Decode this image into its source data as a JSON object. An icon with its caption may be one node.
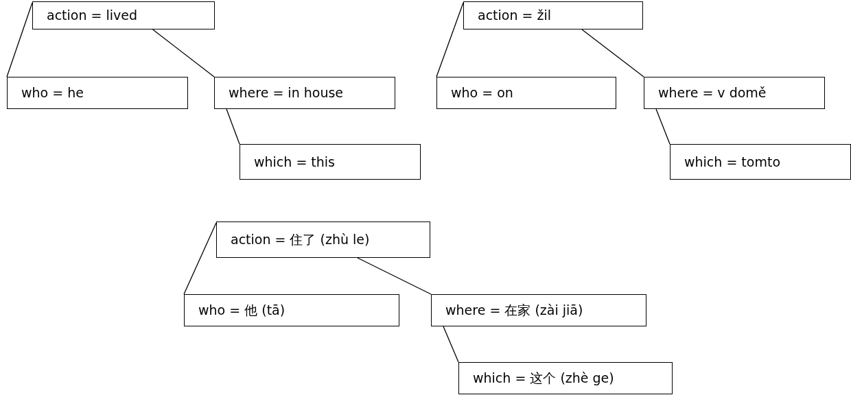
{
  "diagram": {
    "nodes": [
      {
        "text": [
          "action = lived"
        ]
      },
      {
        "text": [
          "who = he"
        ]
      },
      {
        "text": [
          "where = in house"
        ]
      },
      {
        "text": [
          "which = this"
        ]
      },
      {
        "text": [
          "action = žil"
        ]
      },
      {
        "text": [
          "who = on"
        ]
      },
      {
        "text": [
          "where = v domě"
        ]
      },
      {
        "text": [
          "which = tomto"
        ]
      },
      {
        "text": [
          "action = 住了 (zhù le)"
        ]
      },
      {
        "text": [
          "who = 他 (tā)"
        ]
      },
      {
        "text": [
          "where = 在家 (zài jiā)"
        ]
      },
      {
        "text": [
          "which = 这个 (zhè ge)"
        ]
      }
    ],
    "edges": [
      {
        "from": 0,
        "to": 1,
        "arrow": "none"
      },
      {
        "from": 0,
        "to": 2,
        "arrow": "none"
      },
      {
        "from": 2,
        "to": 3,
        "arrow": "none"
      },
      {
        "from": 4,
        "to": 5,
        "arrow": "none"
      },
      {
        "from": 4,
        "to": 6,
        "arrow": "none"
      },
      {
        "from": 6,
        "to": 7,
        "arrow": "none"
      },
      {
        "from": 8,
        "to": 9,
        "arrow": "none"
      },
      {
        "from": 8,
        "to": 10,
        "arrow": "none"
      },
      {
        "from": 10,
        "to": 11,
        "arrow": "none"
      }
    ]
  }
}
